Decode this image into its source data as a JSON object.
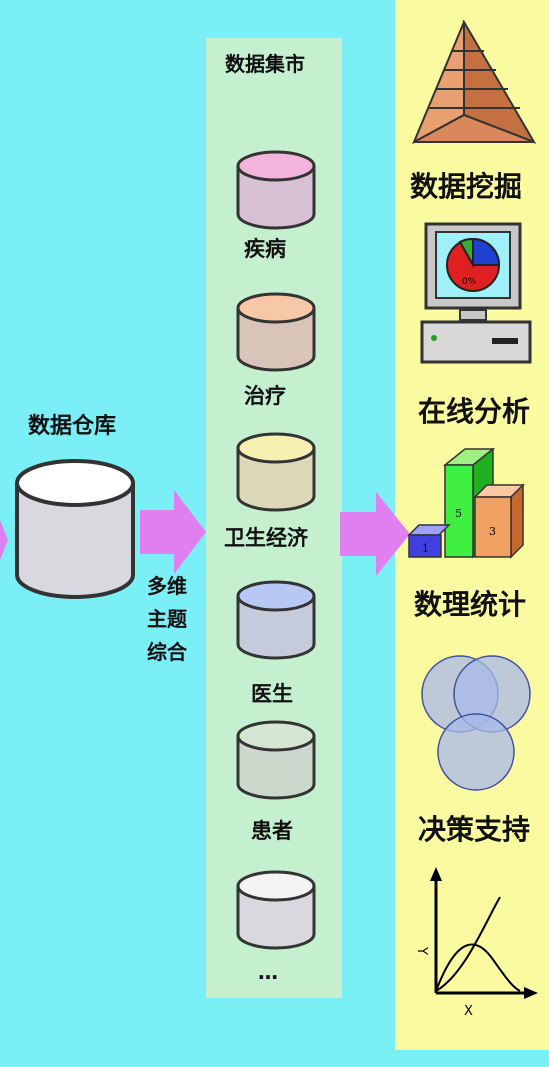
{
  "warehouse": {
    "label": "数据仓库",
    "arrow_caption": [
      "多维",
      "主题",
      "综合"
    ]
  },
  "mart": {
    "title": "数据集市",
    "items": [
      {
        "label": "疾病",
        "color": "#f3b4dc"
      },
      {
        "label": "治疗",
        "color": "#f6c8a8"
      },
      {
        "label": "卫生经济",
        "color": "#f6f0b0"
      },
      {
        "label": "医生",
        "color": "#b6c8f3"
      },
      {
        "label": "患者",
        "color": "#d4e6d2"
      },
      {
        "label": "…",
        "color": "#f3f3f3"
      }
    ]
  },
  "tools": {
    "mining": "数据挖掘",
    "olap": "在线分析",
    "stats": "数理统计",
    "decision": "决策支持",
    "olap_pie_label": "0%",
    "bars": [
      {
        "label": "1"
      },
      {
        "label": "5"
      },
      {
        "label": "3"
      }
    ],
    "axis_y": "Y",
    "axis_x": "X"
  },
  "colors": {
    "background": "#7af0f6",
    "mart_panel": "#c5f0d0",
    "tools_panel": "#fafaa0",
    "arrow": "#e080f0"
  }
}
